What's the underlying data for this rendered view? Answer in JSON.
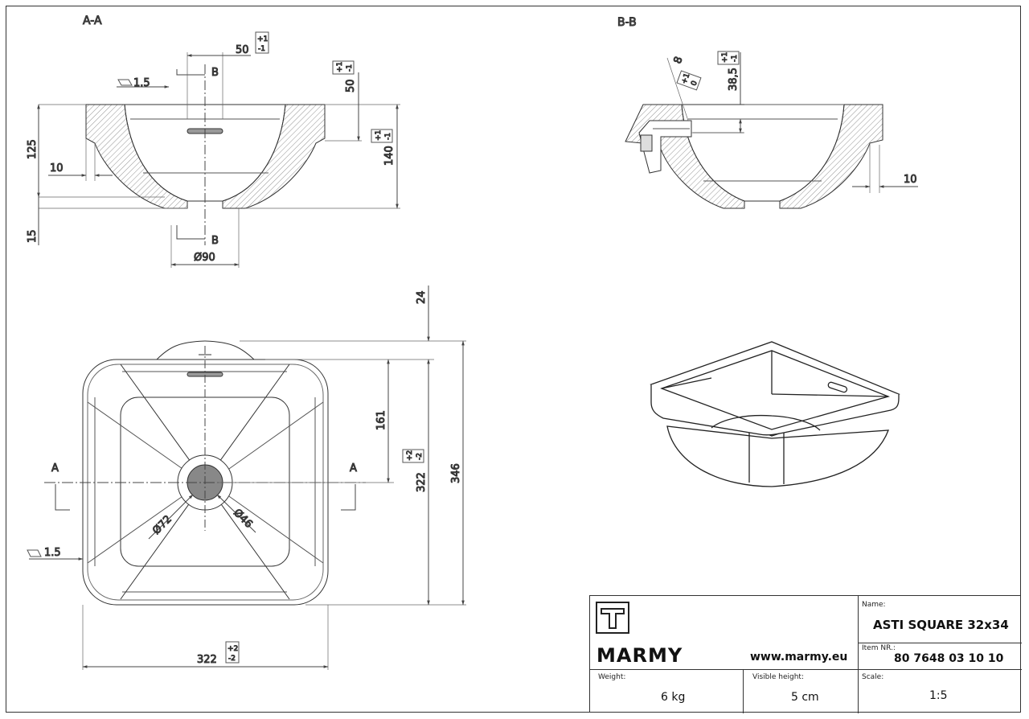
{
  "views": {
    "section_a": "A-A",
    "section_b": "B-B"
  },
  "dimensions_aa": {
    "d50_top": "50",
    "d50_side": "50",
    "d125": "125",
    "d140": "140",
    "d10": "10",
    "d15": "15",
    "d90": "Ø90",
    "flat_note": "1.5",
    "section_label_b": "B"
  },
  "dimensions_bb": {
    "d8": "8",
    "d38_5": "38,5",
    "d10": "10"
  },
  "dimensions_plan": {
    "d24": "24",
    "d161": "161",
    "d322_v": "322",
    "d346": "346",
    "d322_h": "322",
    "d72": "Ø72",
    "d46": "Ø46",
    "section_label_a": "A",
    "flat_note": "1.5"
  },
  "tolerances": {
    "t1_plus": "+1",
    "t1_minus": "-1",
    "t2_plus": "+2",
    "t2_minus": "-2",
    "t0_plus": "+1",
    "t0_minus": "0"
  },
  "title_block": {
    "brand": "MARMY",
    "website": "www.marmy.eu",
    "name_label": "Name:",
    "name_value": "ASTI SQUARE 32x34",
    "item_label": "Item NR.:",
    "item_value": "80 7648 03 10 10",
    "weight_label": "Weight:",
    "weight_value": "6 kg",
    "visible_height_label": "Visible height:",
    "visible_height_value": "5 cm",
    "scale_label": "Scale:",
    "scale_value": "1:5"
  }
}
